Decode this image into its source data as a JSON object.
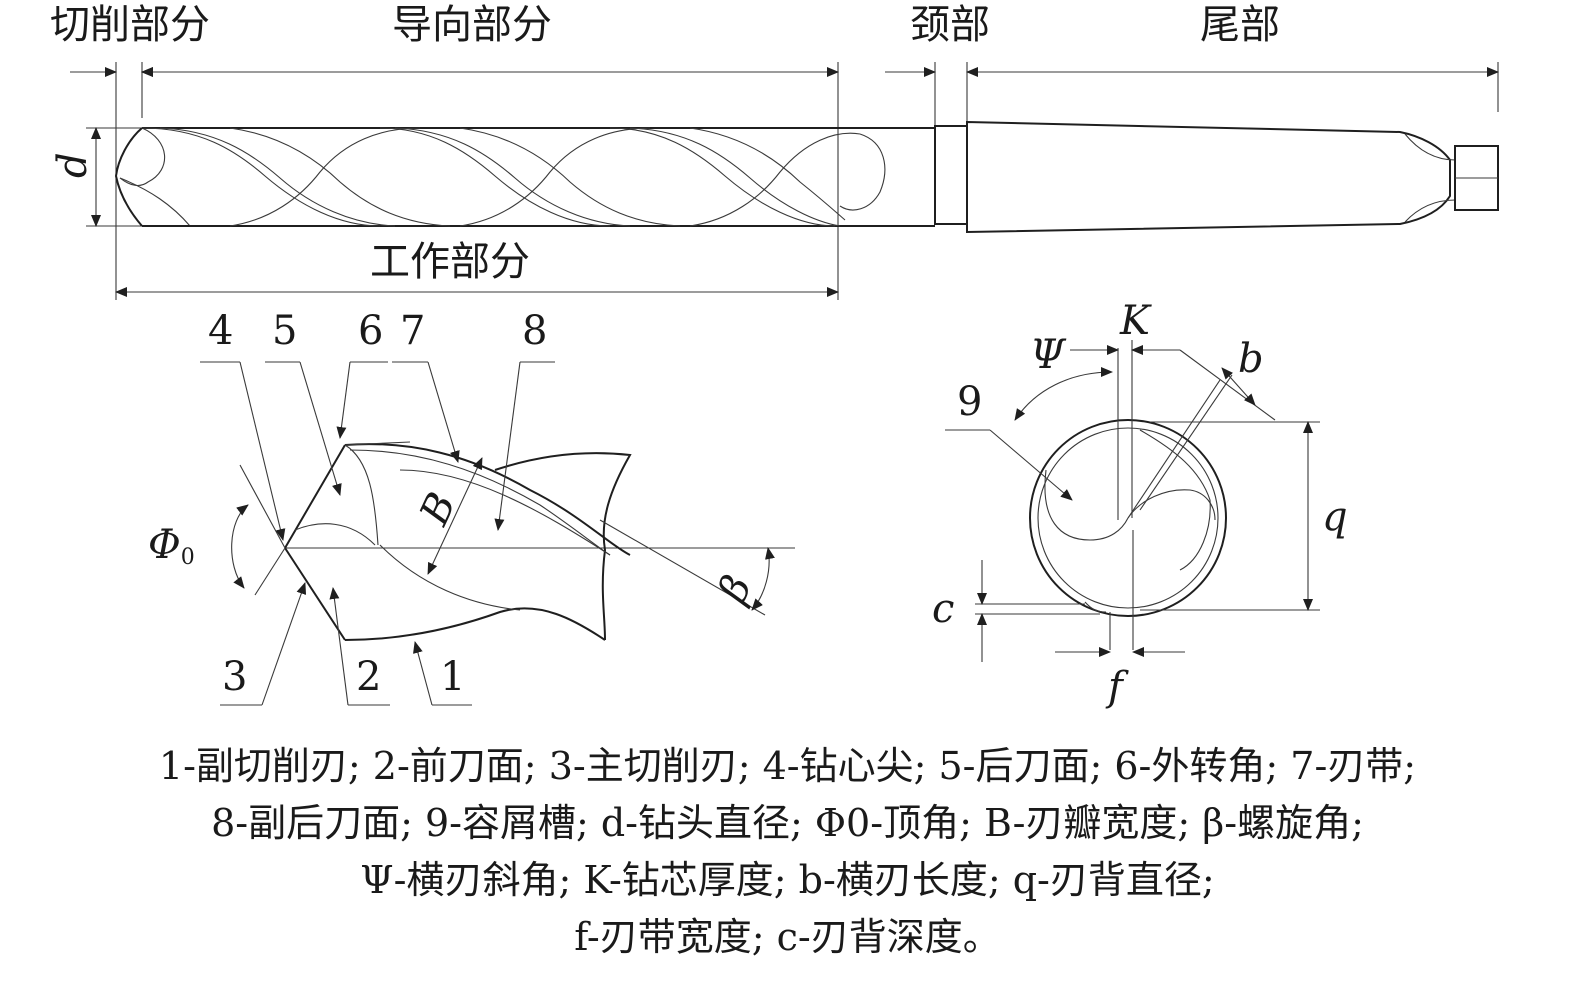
{
  "top_labels": {
    "cutting_part": "切削部分",
    "guiding_part": "导向部分",
    "neck": "颈部",
    "tail": "尾部",
    "working_part": "工作部分",
    "diameter_symbol": "d"
  },
  "detail_labels": {
    "n1": "1",
    "n2": "2",
    "n3": "3",
    "n4": "4",
    "n5": "5",
    "n6": "6",
    "n7": "7",
    "n8": "8",
    "phi": "Φ",
    "phi_sub": "0",
    "B": "B",
    "beta": "β"
  },
  "section_labels": {
    "K": "K",
    "psi": "Ψ",
    "b": "b",
    "n9": "9",
    "q": "q",
    "c": "c",
    "f": "f"
  },
  "caption": {
    "line1": "1-副切削刃; 2-前刀面; 3-主切削刃; 4-钻心尖; 5-后刀面; 6-外转角; 7-刃带;",
    "line2": "8-副后刀面; 9-容屑槽; d-钻头直径; Φ0-顶角; B-刃瓣宽度; β-螺旋角;",
    "line3": "Ψ-横刃斜角; K-钻芯厚度; b-横刃长度; q-刃背直径;",
    "line4": "f-刃带宽度; c-刃背深度。"
  }
}
